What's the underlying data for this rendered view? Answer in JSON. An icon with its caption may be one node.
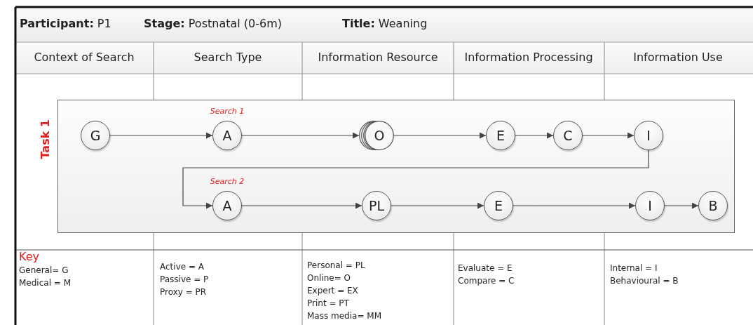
{
  "diagram": {
    "nodes": [
      {
        "text": [
          "Task 1"
        ]
      },
      {
        "text": [
          "G"
        ],
        "in": 0
      },
      {
        "text": [
          "A"
        ],
        "in": 0,
        "beside": [
          "Search 1"
        ]
      },
      {
        "text": [
          "O"
        ],
        "in": 0
      },
      {
        "text": [
          "E"
        ],
        "in": 0
      },
      {
        "text": [
          "C"
        ],
        "in": 0
      },
      {
        "text": [
          "I"
        ],
        "in": 0
      },
      {
        "text": [
          "A"
        ],
        "in": 0,
        "beside": [
          "Search 2"
        ]
      },
      {
        "text": [
          "PL"
        ],
        "in": 0
      },
      {
        "text": [
          "E"
        ],
        "in": 0
      },
      {
        "text": [
          "I"
        ],
        "in": 0
      },
      {
        "text": [
          "B"
        ],
        "in": 0
      }
    ],
    "edges": [
      {
        "from": 1,
        "to": 2,
        "arrow": "to"
      },
      {
        "from": 2,
        "to": 3,
        "arrow": "to"
      },
      {
        "from": 3,
        "to": 4,
        "arrow": "to"
      },
      {
        "from": 4,
        "to": 5,
        "arrow": "to"
      },
      {
        "from": 5,
        "to": 6,
        "arrow": "to"
      },
      {
        "from": 6,
        "to": 7,
        "arrow": "to"
      },
      {
        "from": 7,
        "to": 8,
        "arrow": "to"
      },
      {
        "from": 8,
        "to": 9,
        "arrow": "to"
      },
      {
        "from": 9,
        "to": 10,
        "arrow": "to"
      },
      {
        "from": 10,
        "to": 11,
        "arrow": "to"
      }
    ],
    "labels": [
      "**Participant:** P1",
      "**Stage:** Postnatal (0-6m)",
      "**Title:** Weaning",
      "Context of Search",
      "Search Type",
      "Information Resource",
      "Information Processing",
      "Information Use",
      "Key",
      "General= G",
      "Medical = M",
      "Active = A",
      "Passive = P",
      "Proxy = PR",
      "Personal = PL",
      "Online= O",
      "Expert = EX",
      "Print = PT",
      "Mass media= MM",
      "Evaluate = E",
      "Compare = C",
      "Internal = I",
      "Behavioural = B"
    ]
  }
}
